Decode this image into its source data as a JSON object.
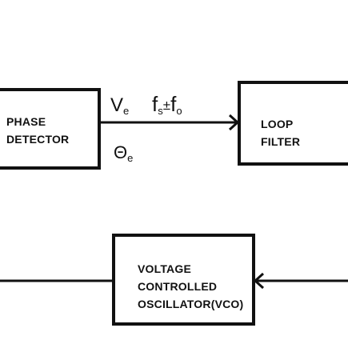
{
  "blocks": {
    "phase_detector": {
      "lines": [
        "PHASE",
        "DETECTOR"
      ]
    },
    "loop_filter": {
      "lines": [
        "LOOP",
        "FILTER"
      ]
    },
    "vco": {
      "lines": [
        "VOLTAGE",
        "CONTROLLED",
        "OSCILLATOR(VCO)"
      ]
    }
  },
  "signals": {
    "ve": {
      "base": "V",
      "sub": "e"
    },
    "freq": {
      "f1": "f",
      "s1": "s",
      "op": "±",
      "f2": "f",
      "s2": "o"
    },
    "theta": {
      "base": "Θ",
      "sub": "e"
    }
  },
  "colors": {
    "line": "#111111",
    "background": "#ffffff"
  }
}
